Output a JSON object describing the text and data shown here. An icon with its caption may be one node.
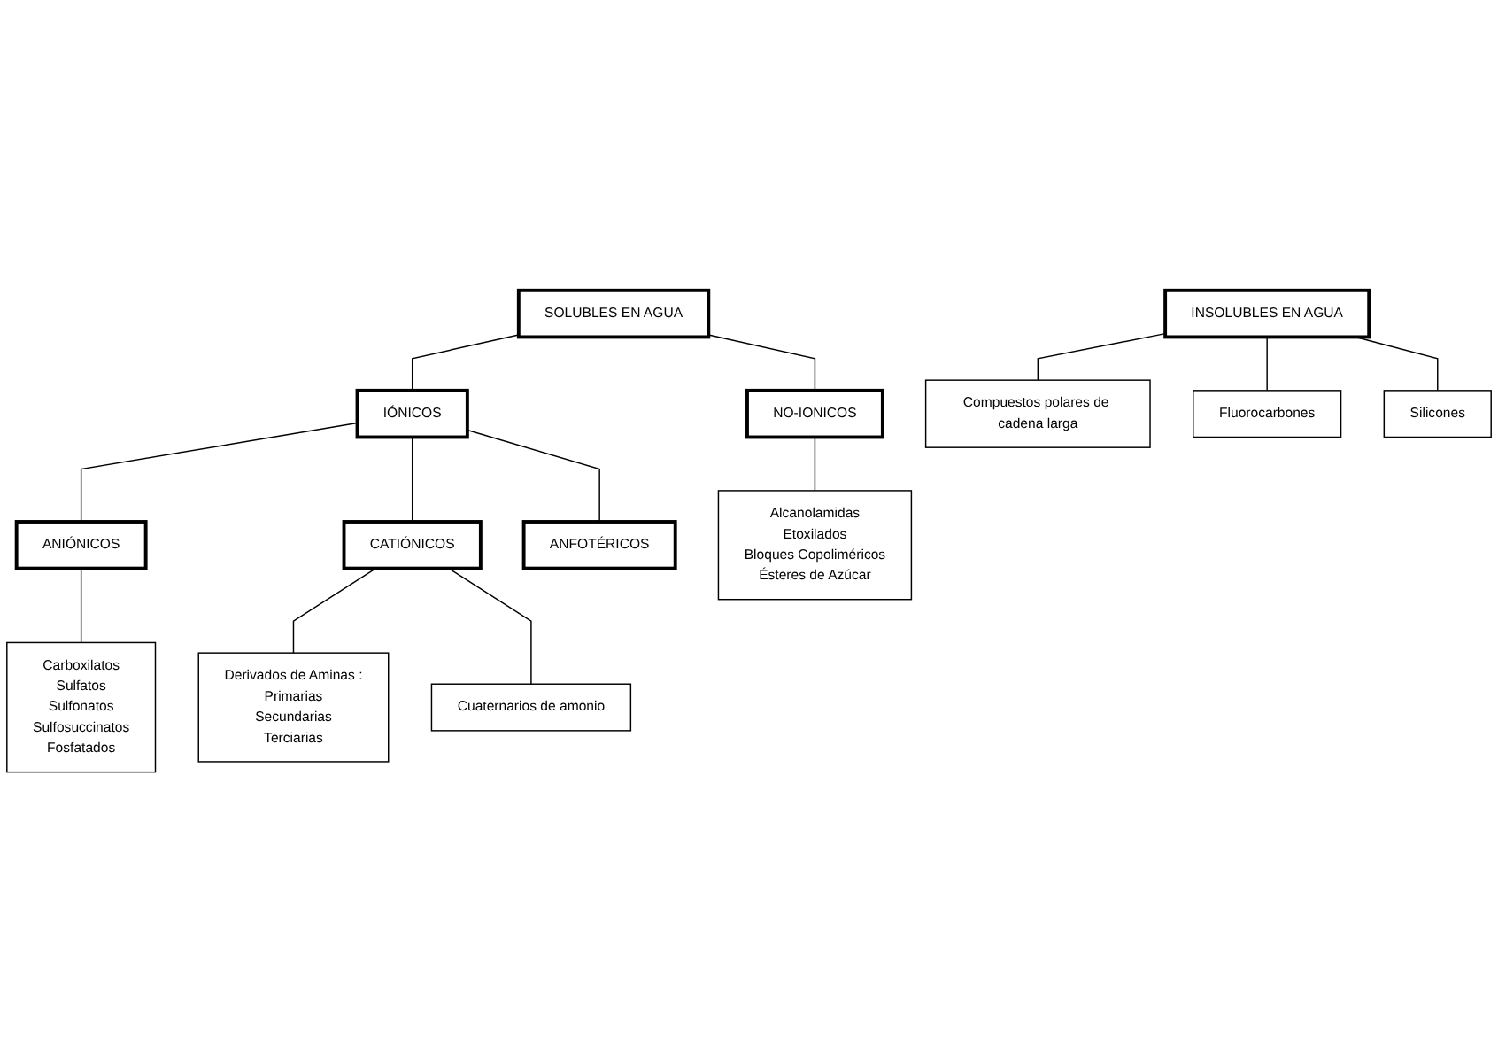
{
  "diagram": {
    "nodes": [
      {
        "text": [
          "SOLUBLES EN AGUA"
        ]
      },
      {
        "text": [
          "IÓNICOS"
        ]
      },
      {
        "text": [
          "NO-IONICOS"
        ]
      },
      {
        "text": [
          "ANIÓNICOS"
        ]
      },
      {
        "text": [
          "CATIÓNICOS"
        ]
      },
      {
        "text": [
          "ANFOTÉRICOS"
        ]
      },
      {
        "text": [
          "Carboxilatos",
          "Sulfatos",
          "Sulfonatos",
          "Sulfosuccinatos",
          "Fosfatados"
        ]
      },
      {
        "text": [
          "Derivados de Aminas :",
          "Primarias",
          "Secundarias",
          "Terciarias"
        ]
      },
      {
        "text": [
          "Cuaternarios de amonio"
        ]
      },
      {
        "text": [
          "Alcanolamidas",
          "Etoxilados",
          "Bloques Copoliméricos",
          "Ésteres de Azúcar"
        ]
      },
      {
        "text": [
          "INSOLUBLES EN AGUA"
        ]
      },
      {
        "text": [
          "Compuestos polares de cadena larga"
        ]
      },
      {
        "text": [
          "Fluorocarbones"
        ]
      },
      {
        "text": [
          "Silicones"
        ]
      }
    ],
    "edges": [
      {
        "from": 0,
        "to": 1,
        "arrow": "none"
      },
      {
        "from": 0,
        "to": 2,
        "arrow": "none"
      },
      {
        "from": 1,
        "to": 3,
        "arrow": "none"
      },
      {
        "from": 1,
        "to": 4,
        "arrow": "none"
      },
      {
        "from": 1,
        "to": 5,
        "arrow": "none"
      },
      {
        "from": 3,
        "to": 6,
        "arrow": "none"
      },
      {
        "from": 4,
        "to": 7,
        "arrow": "none"
      },
      {
        "from": 4,
        "to": 8,
        "arrow": "none"
      },
      {
        "from": 2,
        "to": 9,
        "arrow": "none"
      },
      {
        "from": 10,
        "to": 11,
        "arrow": "none"
      },
      {
        "from": 10,
        "to": 12,
        "arrow": "none"
      },
      {
        "from": 10,
        "to": 13,
        "arrow": "none"
      }
    ]
  }
}
